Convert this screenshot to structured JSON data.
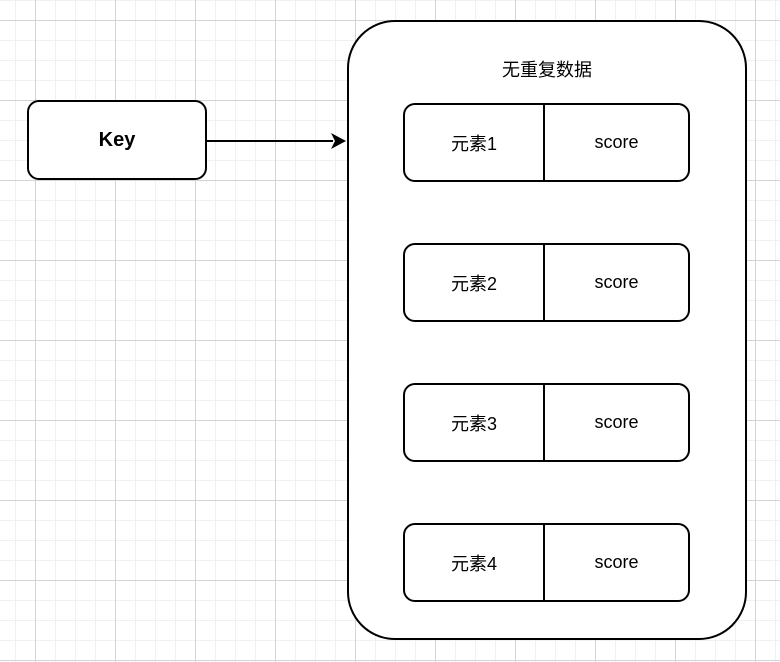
{
  "diagram": {
    "key_box": {
      "label": "Key"
    },
    "arrow": {
      "direction": "right"
    },
    "container": {
      "title": "无重复数据"
    },
    "rows": [
      {
        "element": "元素1",
        "score": "score"
      },
      {
        "element": "元素2",
        "score": "score"
      },
      {
        "element": "元素3",
        "score": "score"
      },
      {
        "element": "元素4",
        "score": "score"
      }
    ],
    "colors": {
      "stroke": "#000000",
      "shape_fill": "#ffffff",
      "grid_minor": "#f0f0f0",
      "grid_major": "#d4d4d4",
      "background": "#ffffff"
    }
  }
}
